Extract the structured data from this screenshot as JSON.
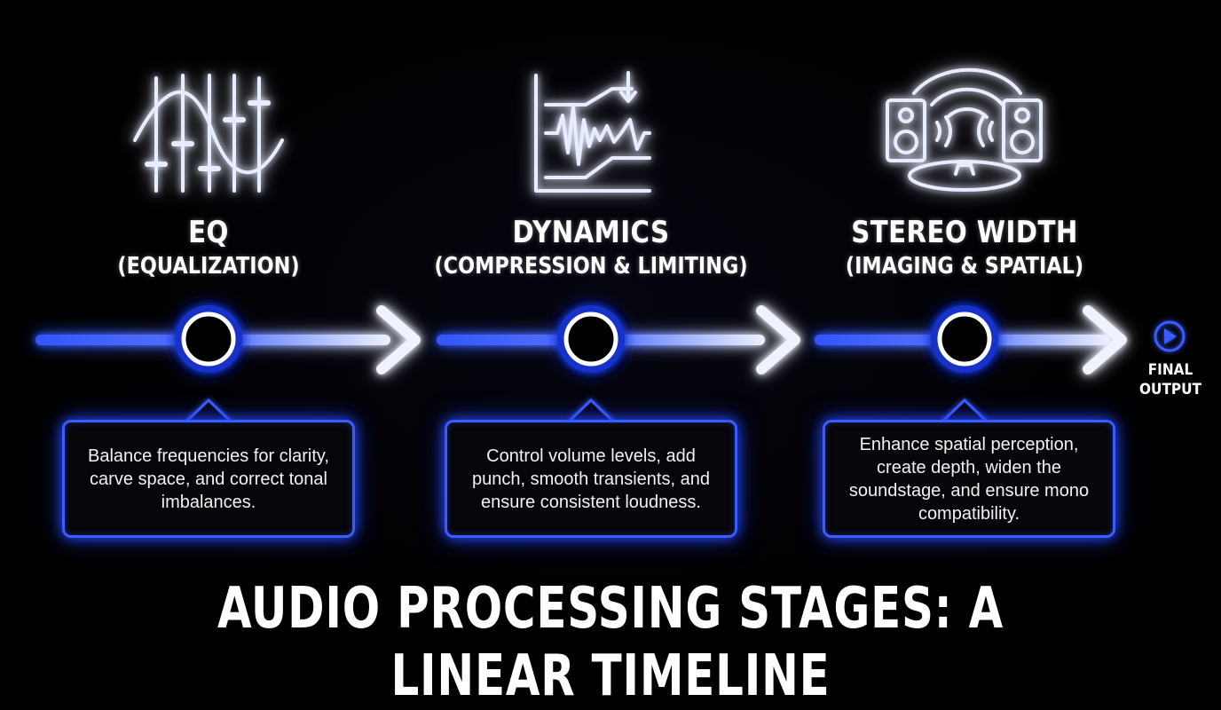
{
  "title": "AUDIO PROCESSING STAGES: A LINEAR TIMELINE",
  "final_output": {
    "line1": "FINAL",
    "line2": "OUTPUT",
    "icon": "play-circle-icon"
  },
  "stages": [
    {
      "title": "EQ",
      "subtitle": "(EQUALIZATION)",
      "icon": "eq-sliders-wave-icon",
      "description": "Balance frequencies for clarity, carve space, and correct tonal imbalances."
    },
    {
      "title": "DYNAMICS",
      "subtitle": "(COMPRESSION & LIMITING)",
      "icon": "compressor-waveform-icon",
      "description": "Control volume levels, add punch, smooth transients, and ensure consistent loudness."
    },
    {
      "title": "STEREO WIDTH",
      "subtitle": "(IMAGING & SPATIAL)",
      "icon": "stereo-speakers-icon",
      "description": "Enhance spatial perception, create depth, widen the soundstage, and ensure mono compatibility."
    }
  ],
  "colors": {
    "accent": "#2f5bff",
    "glow": "#4a6bff",
    "background": "#000000",
    "text": "#ffffff"
  }
}
